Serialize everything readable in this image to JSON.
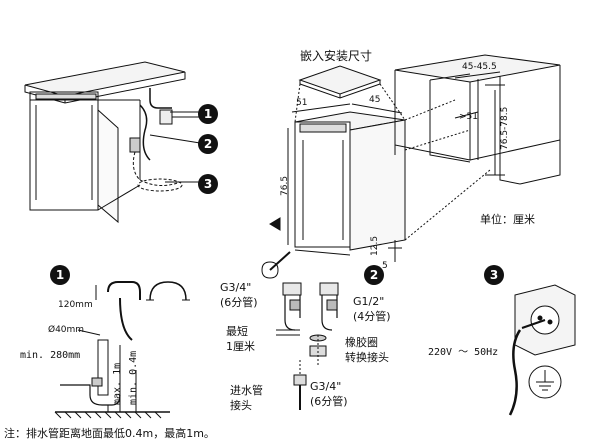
{
  "title": "嵌入安装尺寸",
  "badges": {
    "b1": "1",
    "b2": "2",
    "b3": "3"
  },
  "dimensions": {
    "top_width": "45-45.5",
    "depth_gt": ">51",
    "height_range": "76.5-78.5",
    "d51": "51",
    "d45": "45",
    "d765": "76.5",
    "d125": "12.5",
    "d5": "5"
  },
  "unit": "单位：厘米",
  "panel1": {
    "l120": "120mm",
    "l40": "Ø40mm",
    "lmin": "min. 280mm",
    "lmax": "max. 1m",
    "lmin2": "min. 0.4m"
  },
  "panel2": {
    "g34": "G3/4\"",
    "g34sub": "(6分管)",
    "g12": "G1/2\"",
    "g12sub": "(4分管)",
    "shortest": "最短",
    "onecm": "1厘米",
    "rubber": "橡胶圈",
    "adapter": "转换接头",
    "inlet": "进水管",
    "inlet2": "接头",
    "g34b": "G3/4\"",
    "g34bsub": "(6分管)"
  },
  "panel3": {
    "voltage": "220V ～ 50Hz"
  },
  "footnote": "注：排水管距离地面最低0.4m，最高1m。"
}
